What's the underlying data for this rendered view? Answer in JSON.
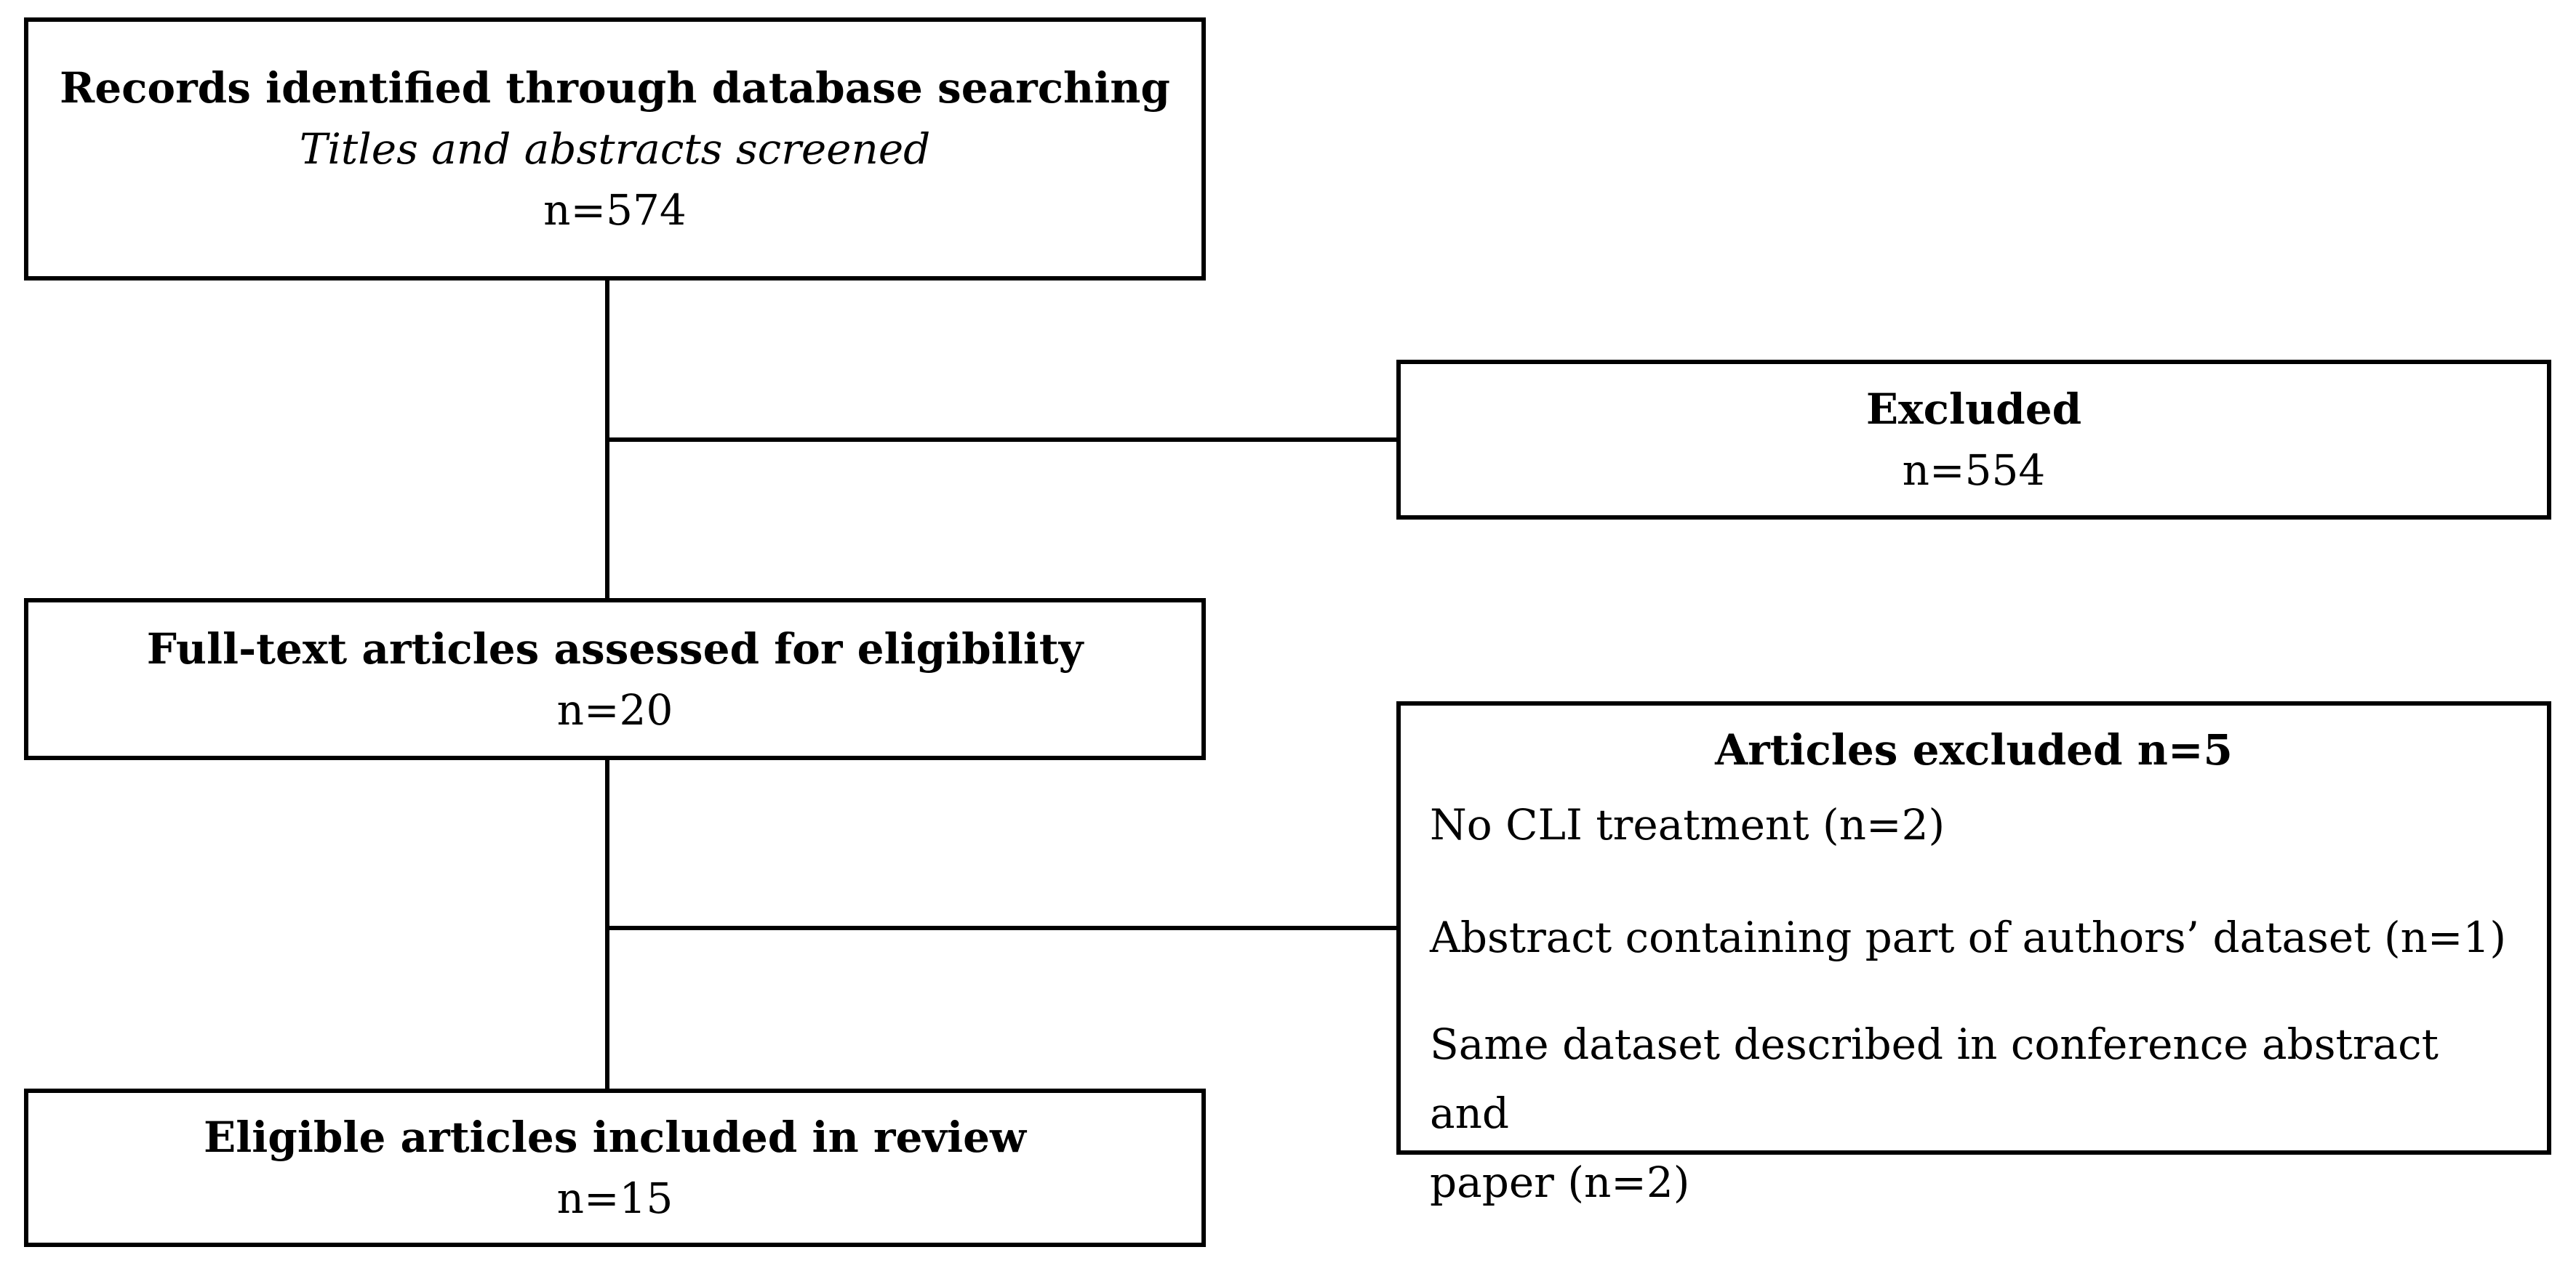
{
  "page": {
    "background_color": "#ffffff",
    "text_color": "#000000",
    "border_color": "#000000"
  },
  "flowchart": {
    "records_box": {
      "title": "Records identified through database searching",
      "subtitle": "Titles and abstracts screened",
      "count": "n=574"
    },
    "excluded_box": {
      "title": "Excluded",
      "count": "n=554"
    },
    "fulltext_box": {
      "title": "Full-text articles assessed for eligibility",
      "count": "n=20"
    },
    "articles_excluded_box": {
      "title": "Articles excluded n=5",
      "items": [
        "No CLI treatment (n=2)",
        "Abstract containing part of authors’ dataset (n=1)",
        "Same dataset described in conference abstract and\npaper (n=2)"
      ]
    },
    "eligible_box": {
      "title": "Eligible articles included in review",
      "count": "n=15"
    }
  }
}
